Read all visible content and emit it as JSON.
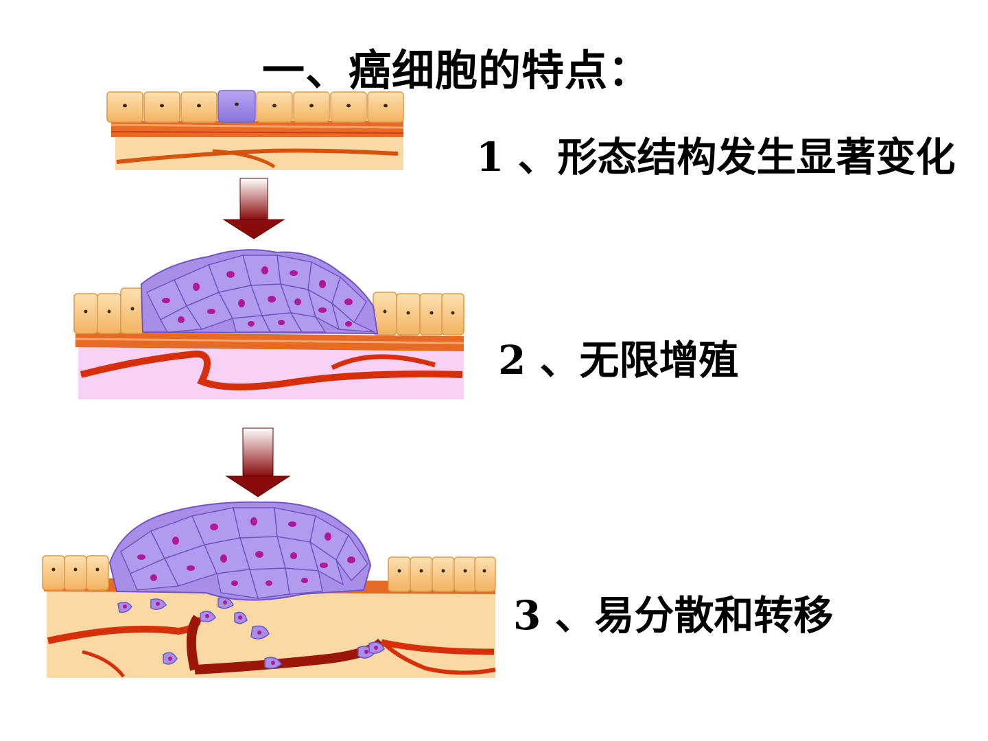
{
  "title": "一、癌细胞的特点：",
  "stages": [
    {
      "label": "1 、形态结构发生显著变化"
    },
    {
      "label": "2 、无限增殖"
    },
    {
      "label": "3 、易分散和转移"
    }
  ],
  "colors": {
    "normal_cell": "#f7c37a",
    "cancer_cell": "#a98ee8",
    "cancer_nucleus": "#b0189c",
    "muscle": "#e4571a",
    "connective_pink": "#f8d2f4",
    "connective_peach": "#fbd9a5",
    "vessel": "#d62f0a",
    "arrow": "#8a0b0b"
  }
}
